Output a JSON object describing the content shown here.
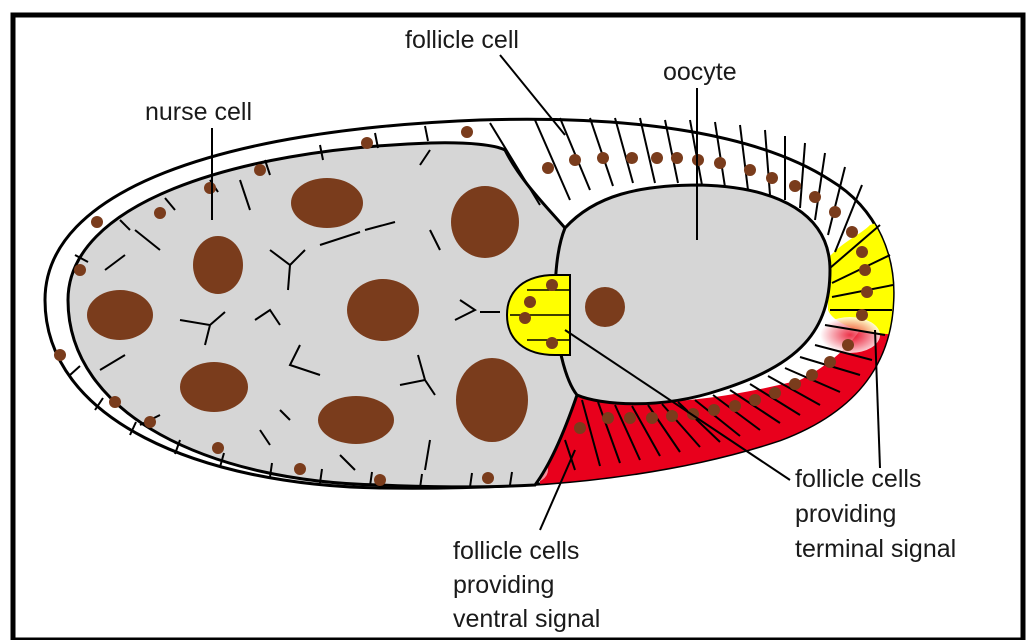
{
  "labels": {
    "follicle_cell": "follicle cell",
    "oocyte": "oocyte",
    "nurse_cell": "nurse cell",
    "terminal": [
      "follicle cells",
      "providing",
      "terminal signal"
    ],
    "ventral": [
      "follicle cells",
      "providing",
      "ventral signal"
    ]
  },
  "colors": {
    "frame": "#000000",
    "cytoplasm": "#d6d6d6",
    "nucleus": "#7a3c1c",
    "follicle_layer": "#ffffff",
    "terminal_signal": "#ffff00",
    "ventral_signal": "#e8001c"
  }
}
